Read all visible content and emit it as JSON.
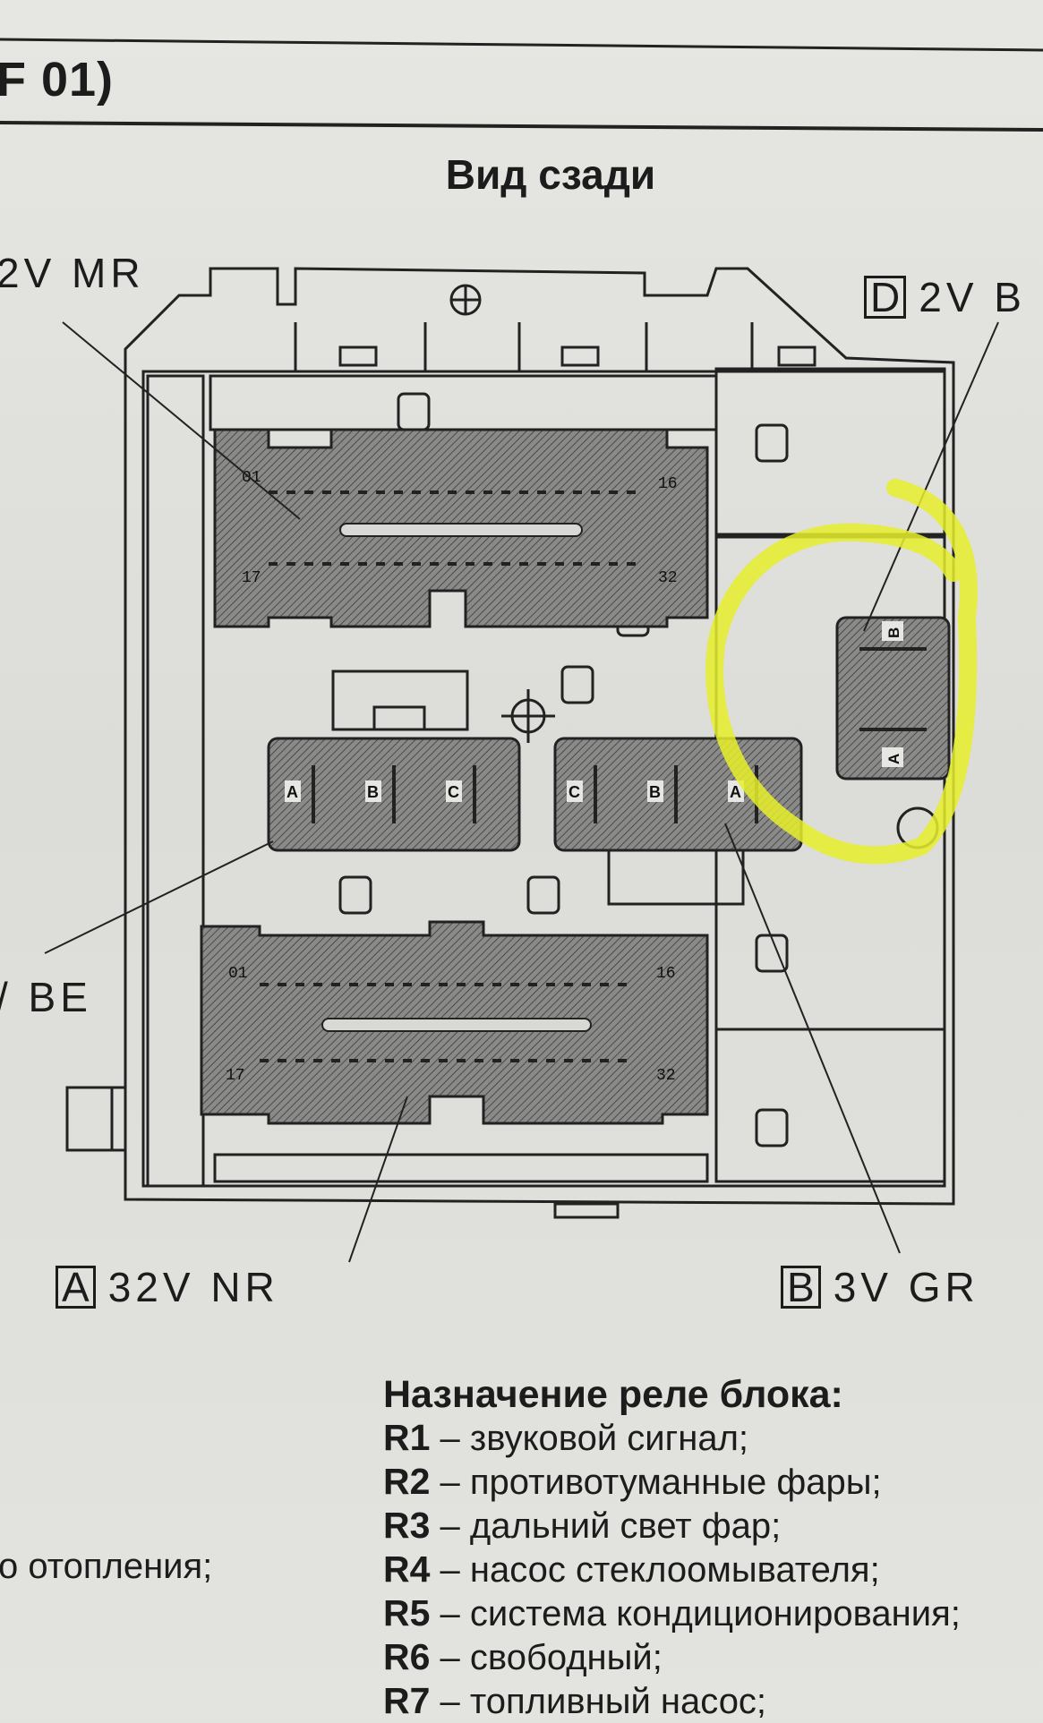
{
  "header_fragment": "F 01)",
  "title": "Вид сзади",
  "callouts": {
    "top_left": {
      "text": "2V MR"
    },
    "top_right": {
      "box": "D",
      "text": "2V B"
    },
    "left": {
      "text": "/ BE"
    },
    "bottom_left": {
      "box": "A",
      "text": "32V NR"
    },
    "bottom_right": {
      "box": "B",
      "text": "3V GR"
    }
  },
  "connector_pins": {
    "top_block": [
      "01",
      "16",
      "17",
      "32"
    ],
    "bottom_block": [
      "01",
      "16",
      "17",
      "32"
    ],
    "left_relay": [
      "A",
      "B",
      "C"
    ],
    "right_relay": [
      "C",
      "B",
      "A"
    ],
    "side_connector": [
      "B",
      "A"
    ]
  },
  "left_fragment": "о отопления;",
  "legend": {
    "title": "Назначение реле блока:",
    "items": [
      {
        "code": "R1",
        "text": " – звуковой сигнал;"
      },
      {
        "code": "R2",
        "text": " – противотуманные фары;"
      },
      {
        "code": "R3",
        "text": " – дальний свет фар;"
      },
      {
        "code": "R4",
        "text": " – насос стеклоомывателя;"
      },
      {
        "code": "R5",
        "text": " – система кондиционирования;"
      },
      {
        "code": "R6",
        "text": " – свободный;"
      },
      {
        "code": "R7",
        "text": " – топливный насос;"
      }
    ]
  },
  "highlight_color": "#e6ee2a"
}
